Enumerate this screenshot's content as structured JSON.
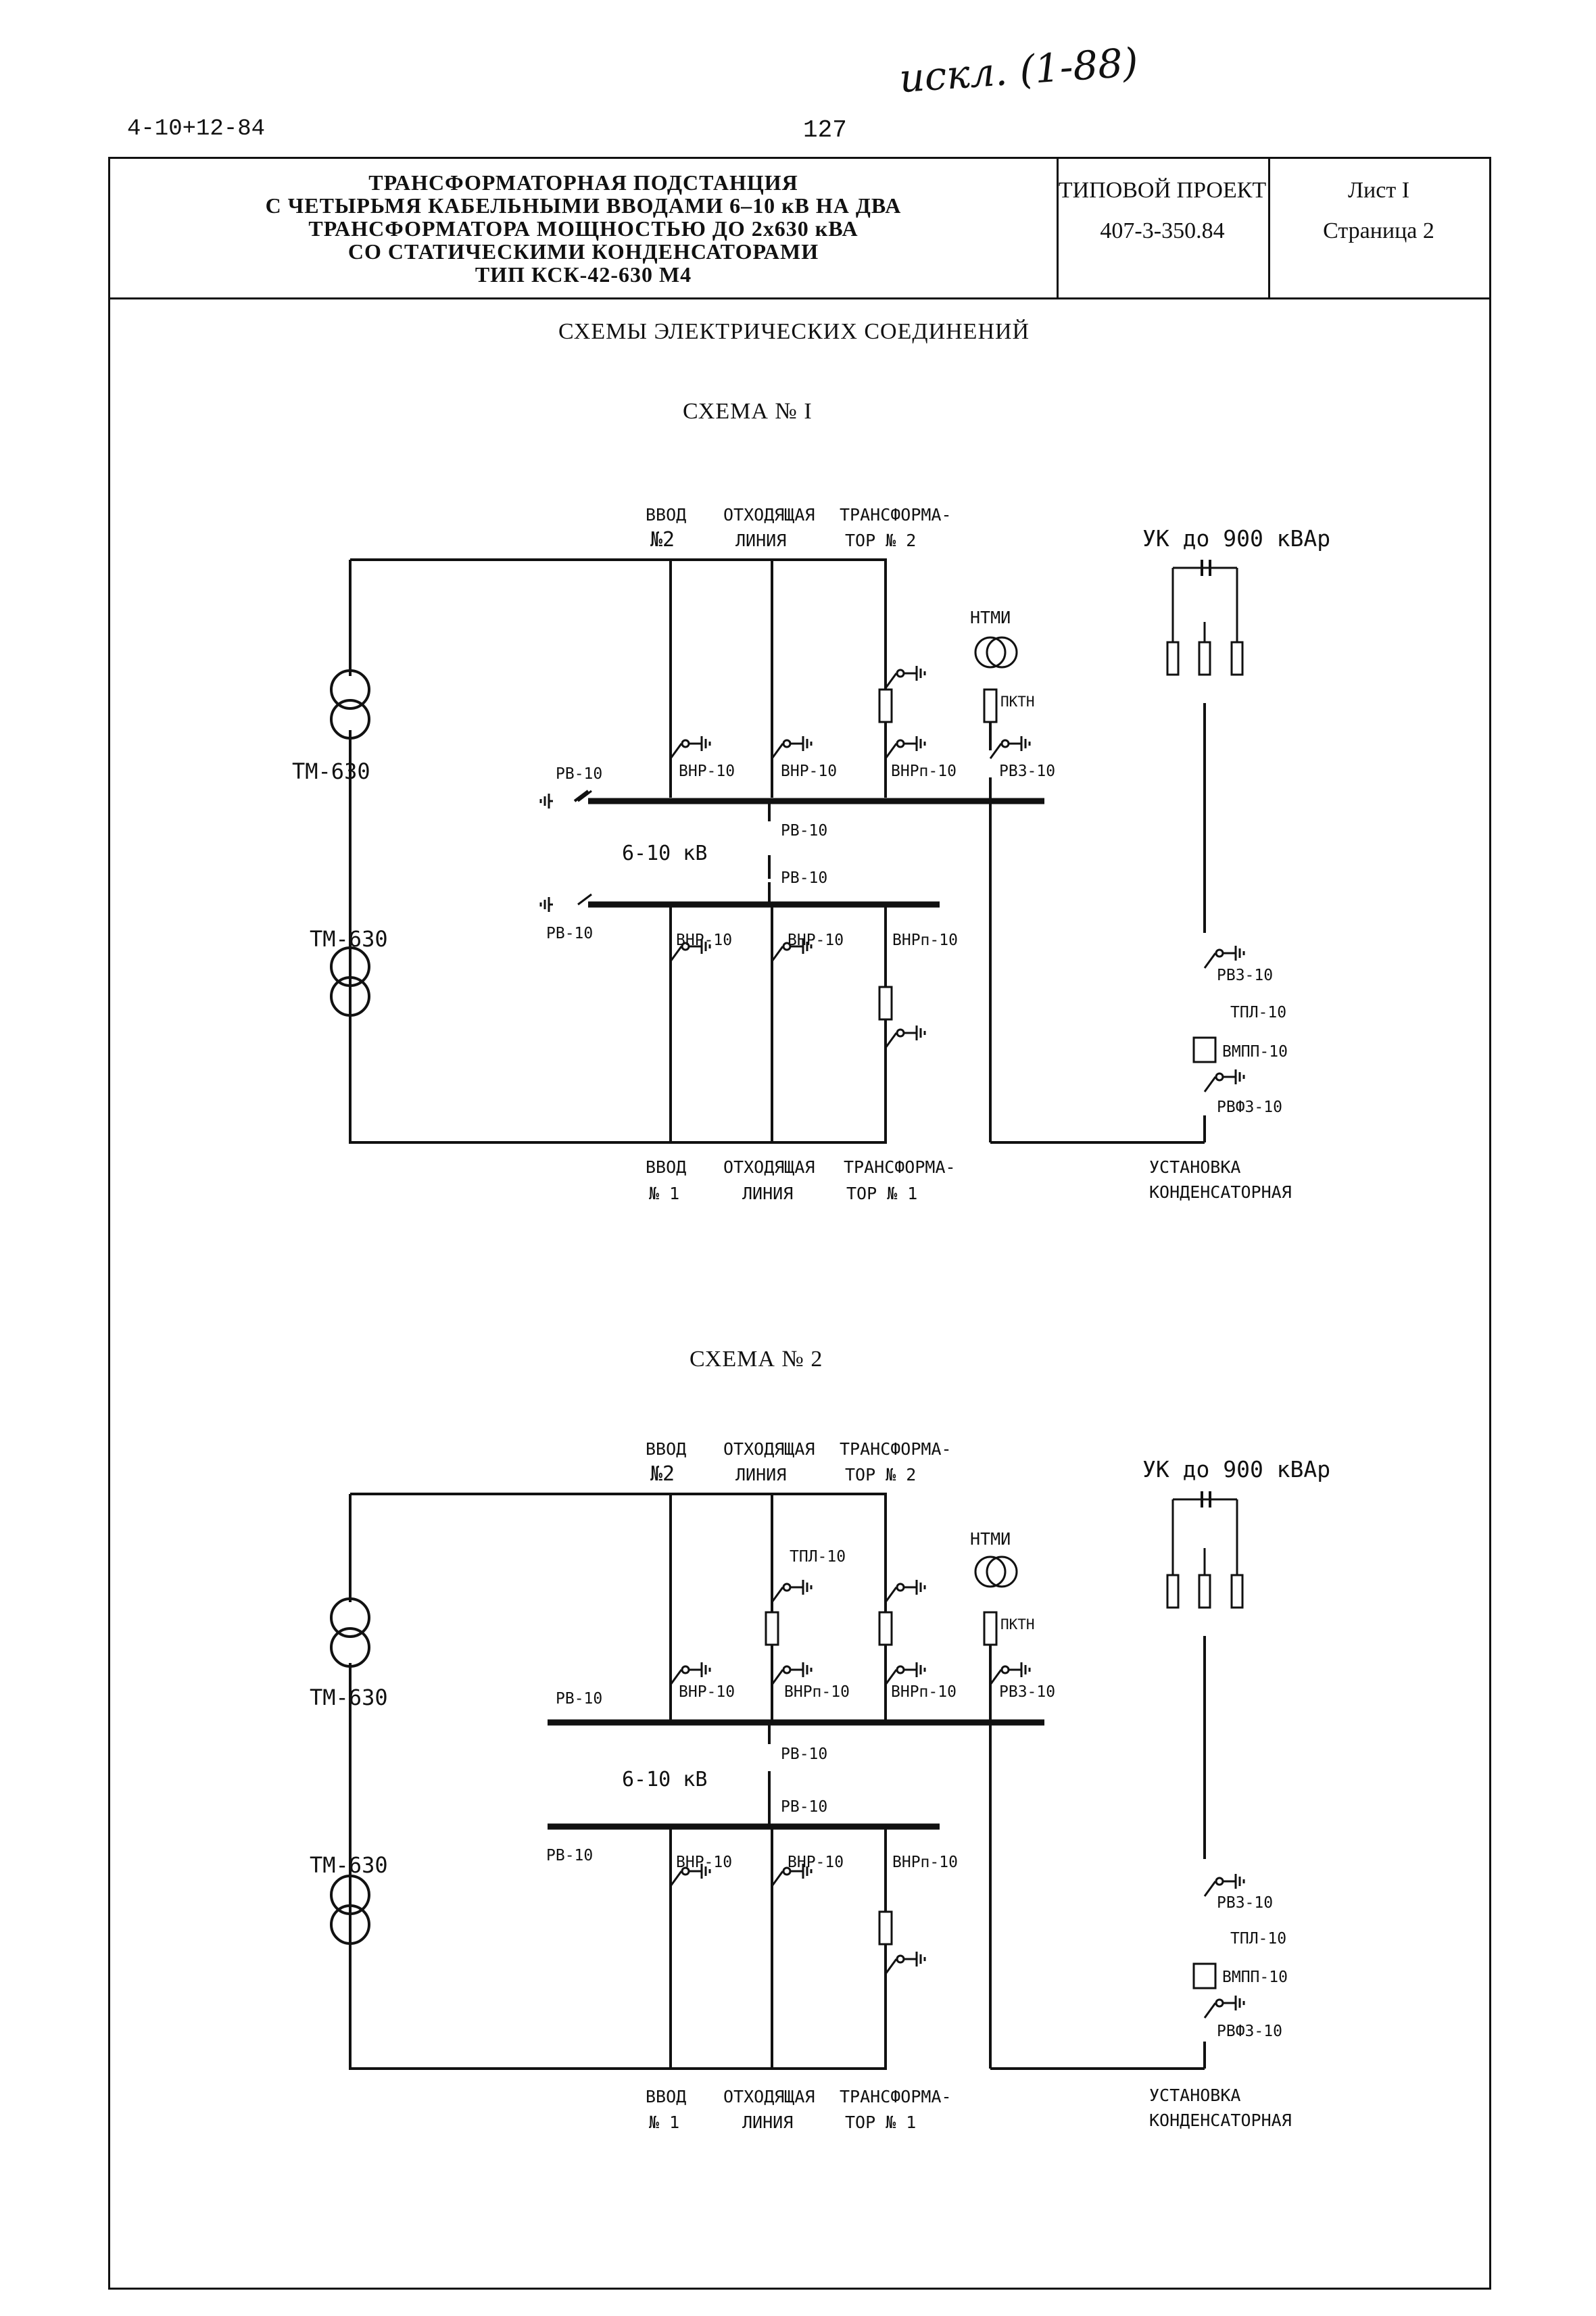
{
  "header": {
    "doc_number": "4-10+12-84",
    "page_number": "127",
    "handwritten_note": "искл. (1-88)"
  },
  "title_block": {
    "title_lines": [
      "ТРАНСФОРМАТОРНАЯ ПОДСТАНЦИЯ",
      "С ЧЕТЫРЬМЯ КАБЕЛЬНЫМИ ВВОДАМИ 6–10 кВ НА ДВА",
      "ТРАНСФОРМАТОРА МОЩНОСТЬЮ ДО 2х630 кВА",
      "СО СТАТИЧЕСКИМИ КОНДЕНСАТОРАМИ",
      "ТИП КСК-42-630 М4"
    ],
    "project_label": "ТИПОВОЙ ПРОЕКТ",
    "project_number": "407-3-350.84",
    "sheet": "Лист I",
    "page": "Страница 2"
  },
  "drawing": {
    "main_title": "СХЕМЫ ЭЛЕКТРИЧЕСКИХ СОЕДИНЕНИЙ",
    "schemes": [
      {
        "title": "СХЕМА № I",
        "top_feeders": [
          {
            "line1": "ВВОД",
            "line2": "№2"
          },
          {
            "line1": "ОТХОДЯЩАЯ",
            "line2": "ЛИНИЯ"
          },
          {
            "line1": "ТРАНСФОРМА-",
            "line2": "ТОР № 2"
          }
        ],
        "bottom_feeders": [
          {
            "line1": "ВВОД",
            "line2": "№ 1"
          },
          {
            "line1": "ОТХОДЯЩАЯ",
            "line2": "ЛИНИЯ"
          },
          {
            "line1": "ТРАНСФОРМА-",
            "line2": "ТОР № 1"
          }
        ],
        "transformer_top": "ТМ-630",
        "transformer_bottom": "ТМ-630",
        "bus_voltage": "6-10 кВ",
        "upper_bus": {
          "rv_left": "РВ-10",
          "sw1": "ВНР-10",
          "sw2": "ВНР-10",
          "sw3": "ВНРп-10",
          "vt_label": "НТМИ",
          "vt_fuse": "ПКТН",
          "vt_switch": "РВЗ-10"
        },
        "sectional": {
          "rv_upper": "РВ-10",
          "rv_lower": "РВ-10"
        },
        "lower_bus": {
          "rv_left": "РВ-10",
          "sw1": "ВНР-10",
          "sw2": "ВНР-10",
          "sw3": "ВНРп-10"
        },
        "capacitor": {
          "uk_label": "УК до 900 кВАр",
          "rvz": "РВЗ-10",
          "tpl": "ТПЛ-10",
          "vmpp": "ВМПП-10",
          "rvfz": "РВФЗ-10",
          "caption1": "УСТАНОВКА",
          "caption2": "КОНДЕНСАТОРНАЯ"
        }
      },
      {
        "title": "СХЕМА № 2",
        "top_feeders": [
          {
            "line1": "ВВОД",
            "line2": "№2"
          },
          {
            "line1": "ОТХОДЯЩАЯ",
            "line2": "ЛИНИЯ"
          },
          {
            "line1": "ТРАНСФОРМА-",
            "line2": "ТОР № 2"
          }
        ],
        "bottom_feeders": [
          {
            "line1": "ВВОД",
            "line2": "№ 1"
          },
          {
            "line1": "ОТХОДЯЩАЯ",
            "line2": "ЛИНИЯ"
          },
          {
            "line1": "ТРАНСФОРМА-",
            "line2": "ТОР № 1"
          }
        ],
        "transformer_top": "ТМ-630",
        "transformer_bottom": "ТМ-630",
        "bus_voltage": "6-10 кВ",
        "line_ct": "ТПЛ-10",
        "upper_bus": {
          "rv_left": "РВ-10",
          "sw1": "ВНР-10",
          "sw2": "ВНРп-10",
          "sw3": "ВНРп-10",
          "vt_label": "НТМИ",
          "vt_fuse": "ПКТН",
          "vt_switch": "РВЗ-10"
        },
        "sectional": {
          "rv_upper": "РВ-10",
          "rv_lower": "РВ-10"
        },
        "lower_bus": {
          "rv_left": "РВ-10",
          "sw1": "ВНР-10",
          "sw2": "ВНР-10",
          "sw3": "ВНРп-10"
        },
        "capacitor": {
          "uk_label": "УК до 900 кВАр",
          "rvz": "РВЗ-10",
          "tpl": "ТПЛ-10",
          "vmpp": "ВМПП-10",
          "rvfz": "РВФЗ-10",
          "caption1": "УСТАНОВКА",
          "caption2": "КОНДЕНСАТОРНАЯ"
        }
      }
    ]
  }
}
